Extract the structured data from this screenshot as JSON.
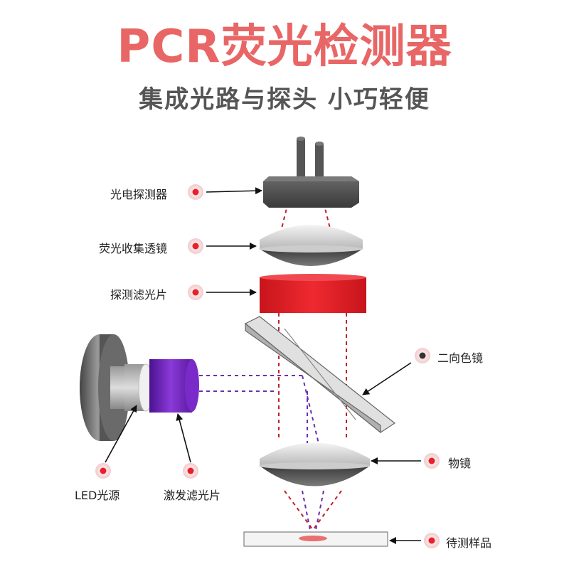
{
  "title": "PCR荧光检测器",
  "subtitle": "集成光路与探头 小巧轻便",
  "labels": {
    "photodetector": "光电探测器",
    "collect_lens": "荧光收集透镜",
    "detect_filter": "探测滤光片",
    "dichroic": "二向色镜",
    "objective": "物镜",
    "led": "LED光源",
    "excite_filter": "激发滤光片",
    "sample": "待测样品"
  },
  "colors": {
    "title": "#e96666",
    "subtitle": "#555555",
    "dot_red": "#e8202a",
    "dot_dark": "#333333",
    "filter_red": "#e41e26",
    "filter_purple": "#6a1fb0",
    "beam_red": "#c0202a",
    "beam_purple": "#6a2fb0"
  }
}
